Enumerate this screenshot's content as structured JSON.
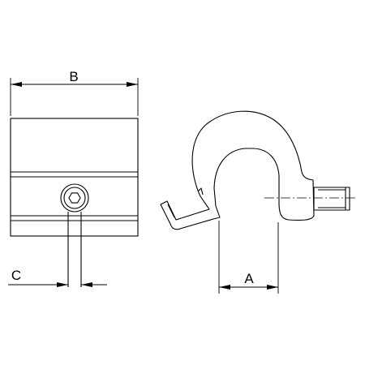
{
  "dimensions": {
    "b_label": "B",
    "a_label": "A",
    "c_label": "C"
  },
  "colors": {
    "line": "#000000",
    "background": "#ffffff"
  },
  "icons": {
    "screw_head": "hex-socket-icon"
  }
}
